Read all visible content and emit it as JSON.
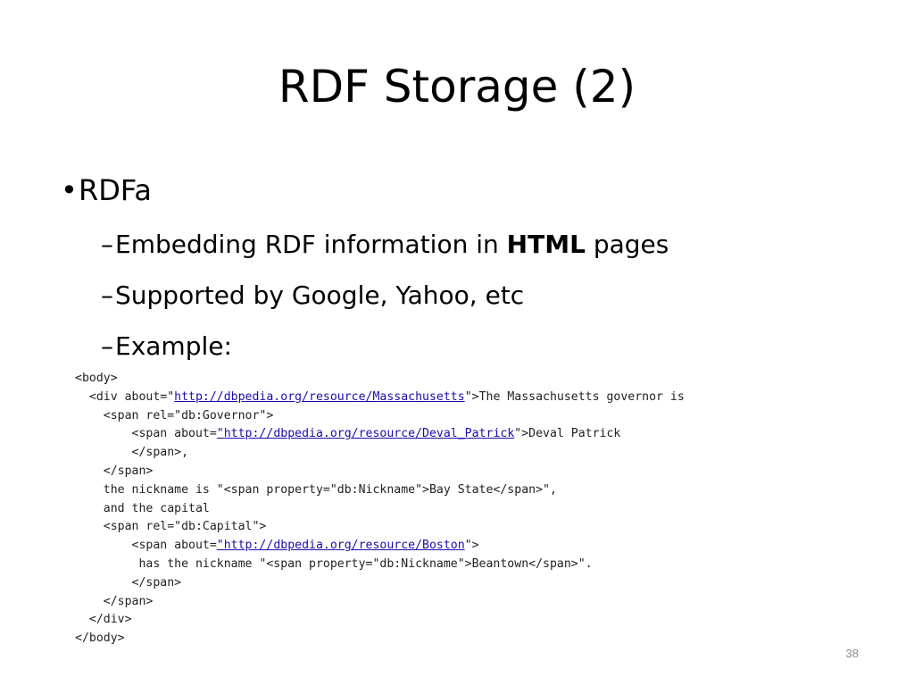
{
  "title": "RDF Storage (2)",
  "bullet": {
    "marker": "•",
    "label": "RDFa"
  },
  "sub_items": [
    {
      "dash": "–",
      "before": "Embedding RDF information in ",
      "bold": "HTML",
      "after": " pages"
    },
    {
      "dash": "–",
      "text": "Supported by Google, Yahoo, etc"
    },
    {
      "dash": "–",
      "text": "Example:"
    }
  ],
  "code": {
    "l1": "<body>",
    "l2_pre": "  <div about=\"",
    "l2_link": "http://dbpedia.org/resource/Massachusetts",
    "l2_post": "\">The Massachusetts governor is",
    "l3": "    <span rel=\"db:Governor\">",
    "l4_pre": "        <span about=",
    "l4_link": "\"http://dbpedia.org/resource/Deval_Patrick",
    "l4_post": "\">Deval Patrick",
    "l5": "        </span>,",
    "l6": "    </span>",
    "l7": "    the nickname is \"<span property=\"db:Nickname\">Bay State</span>\",",
    "l8": "    and the capital",
    "l9": "    <span rel=\"db:Capital\">",
    "l10_pre": "        <span about=",
    "l10_link": "\"http://dbpedia.org/resource/Boston",
    "l10_post": "\">",
    "l11": "         has the nickname \"<span property=\"db:Nickname\">Beantown</span>\".",
    "l12": "        </span>",
    "l13": "    </span>",
    "l14": "  </div>",
    "l15": "</body>"
  },
  "page_number": "38"
}
